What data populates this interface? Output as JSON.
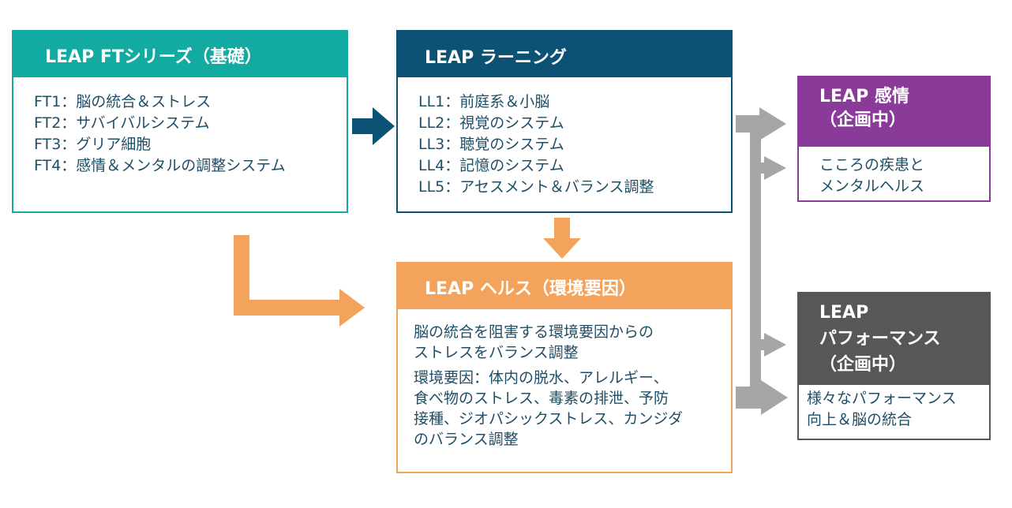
{
  "ft": {
    "title": "LEAP FTシリーズ（基礎）",
    "items": [
      "FT1：脳の統合＆ストレス",
      "FT2：サバイバルシステム",
      "FT3：グリア細胞",
      "FT4：感情＆メンタルの調整システム"
    ]
  },
  "ll": {
    "title": "LEAP ラーニング",
    "items": [
      "LL1：前庭系＆小脳",
      "LL2：視覚のシステム",
      "LL3：聴覚のシステム",
      "LL4：記憶のシステム",
      "LL5：アセスメント＆バランス調整"
    ]
  },
  "health": {
    "title": "LEAP ヘルス（環境要因）",
    "para1": [
      "脳の統合を阻害する環境要因からの",
      "ストレスをバランス調整"
    ],
    "para2": [
      "環境要因：体内の脱水、アレルギー、",
      "食べ物のストレス、毒素の排泄、予防",
      "接種、ジオパシックストレス、カンジダ",
      "のバランス調整"
    ]
  },
  "emotion": {
    "title": [
      "LEAP 感情",
      "（企画中）"
    ],
    "body": [
      "こころの疾患と",
      "メンタルヘルス"
    ]
  },
  "performance": {
    "title": [
      "LEAP",
      "パフォーマンス",
      "（企画中）"
    ],
    "body": [
      "様々なパフォーマンス",
      "向上＆脳の統合"
    ]
  },
  "colors": {
    "ft": "#12aaa1",
    "ll": "#0c5275",
    "health": "#f3a35c",
    "emotion": "#8a3a98",
    "performance": "#575757",
    "connector": "#a6a6a6"
  }
}
